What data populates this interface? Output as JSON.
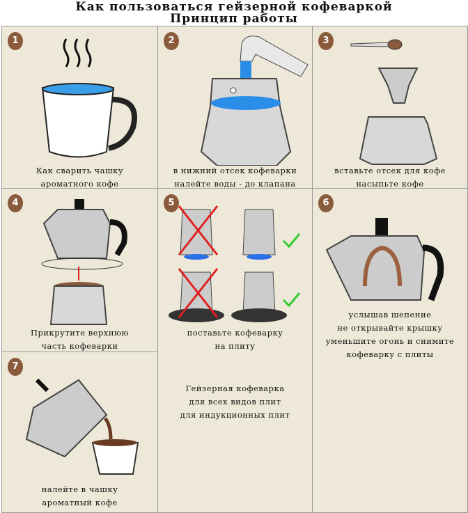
{
  "title": {
    "line1": "Как пользоваться гейзерной кофеваркой",
    "line2": "Принцип работы"
  },
  "steps": [
    {
      "num": "1",
      "caption": [
        "Как сварить чашку",
        "ароматного кофе"
      ]
    },
    {
      "num": "2",
      "caption": [
        "в нижний отсек кофеварки",
        "налейте воды - до клапана"
      ]
    },
    {
      "num": "3",
      "caption": [
        "вставьте отсек для кофе",
        "насыпьте кофе"
      ]
    },
    {
      "num": "4",
      "caption": [
        "Прикрутите верхнюю",
        "часть кофеварки"
      ]
    },
    {
      "num": "5",
      "caption": [
        "поставьте кофеварку",
        "на плиту"
      ]
    },
    {
      "num": "6",
      "caption": [
        "услышав шепение",
        "не открывайте крышку",
        "уменьшите огонь и снимите",
        "кофеварку с плиты"
      ]
    },
    {
      "num": "7",
      "caption": [
        "налейте в чашку",
        "ароматный кофе"
      ]
    }
  ],
  "note": [
    "Гейзерная кофеварка",
    "для всех видов плит",
    "для индукционных плит"
  ]
}
